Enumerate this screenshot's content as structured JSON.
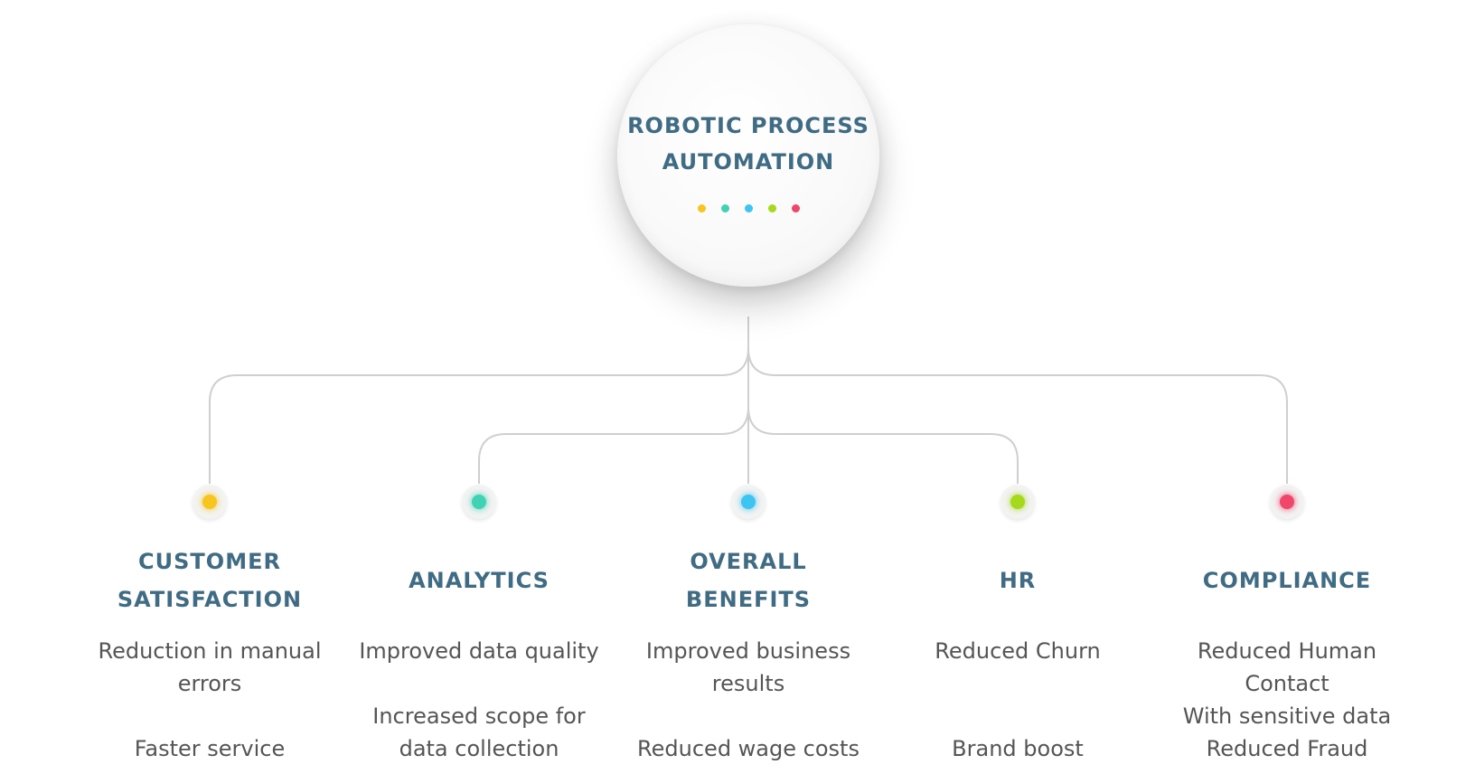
{
  "hub": {
    "title_lines": [
      "ROBOTIC PROCESS",
      "AUTOMATION"
    ],
    "dot_colors": [
      "#f7c51e",
      "#3fd3b3",
      "#3ec4f0",
      "#a6d81c",
      "#f0466a"
    ]
  },
  "colors": {
    "heading": "#3f6b84",
    "body_text": "#555555",
    "connector": "#cfcfcf"
  },
  "categories": [
    {
      "title_lines": [
        "CUSTOMER",
        "SATISFACTION"
      ],
      "color": "#f7c51e",
      "benefits": [
        [
          "Reduction in manual",
          "errors"
        ],
        [
          "Faster service"
        ]
      ]
    },
    {
      "title_lines": [
        "ANALYTICS"
      ],
      "color": "#3fd3b3",
      "benefits": [
        [
          "Improved data quality"
        ],
        [
          "Increased scope for",
          "data collection"
        ]
      ]
    },
    {
      "title_lines": [
        "OVERALL",
        "BENEFITS"
      ],
      "color": "#3ec4f0",
      "benefits": [
        [
          "Improved business",
          "results"
        ],
        [
          "Reduced wage costs"
        ]
      ]
    },
    {
      "title_lines": [
        "HR"
      ],
      "color": "#a6d81c",
      "benefits": [
        [
          "Reduced Churn"
        ],
        [
          "Brand boost"
        ]
      ]
    },
    {
      "title_lines": [
        "COMPLIANCE"
      ],
      "color": "#f0466a",
      "benefits": [
        [
          "Reduced Human Contact",
          "With sensitive data"
        ],
        [
          "Reduced Fraud"
        ]
      ]
    }
  ]
}
